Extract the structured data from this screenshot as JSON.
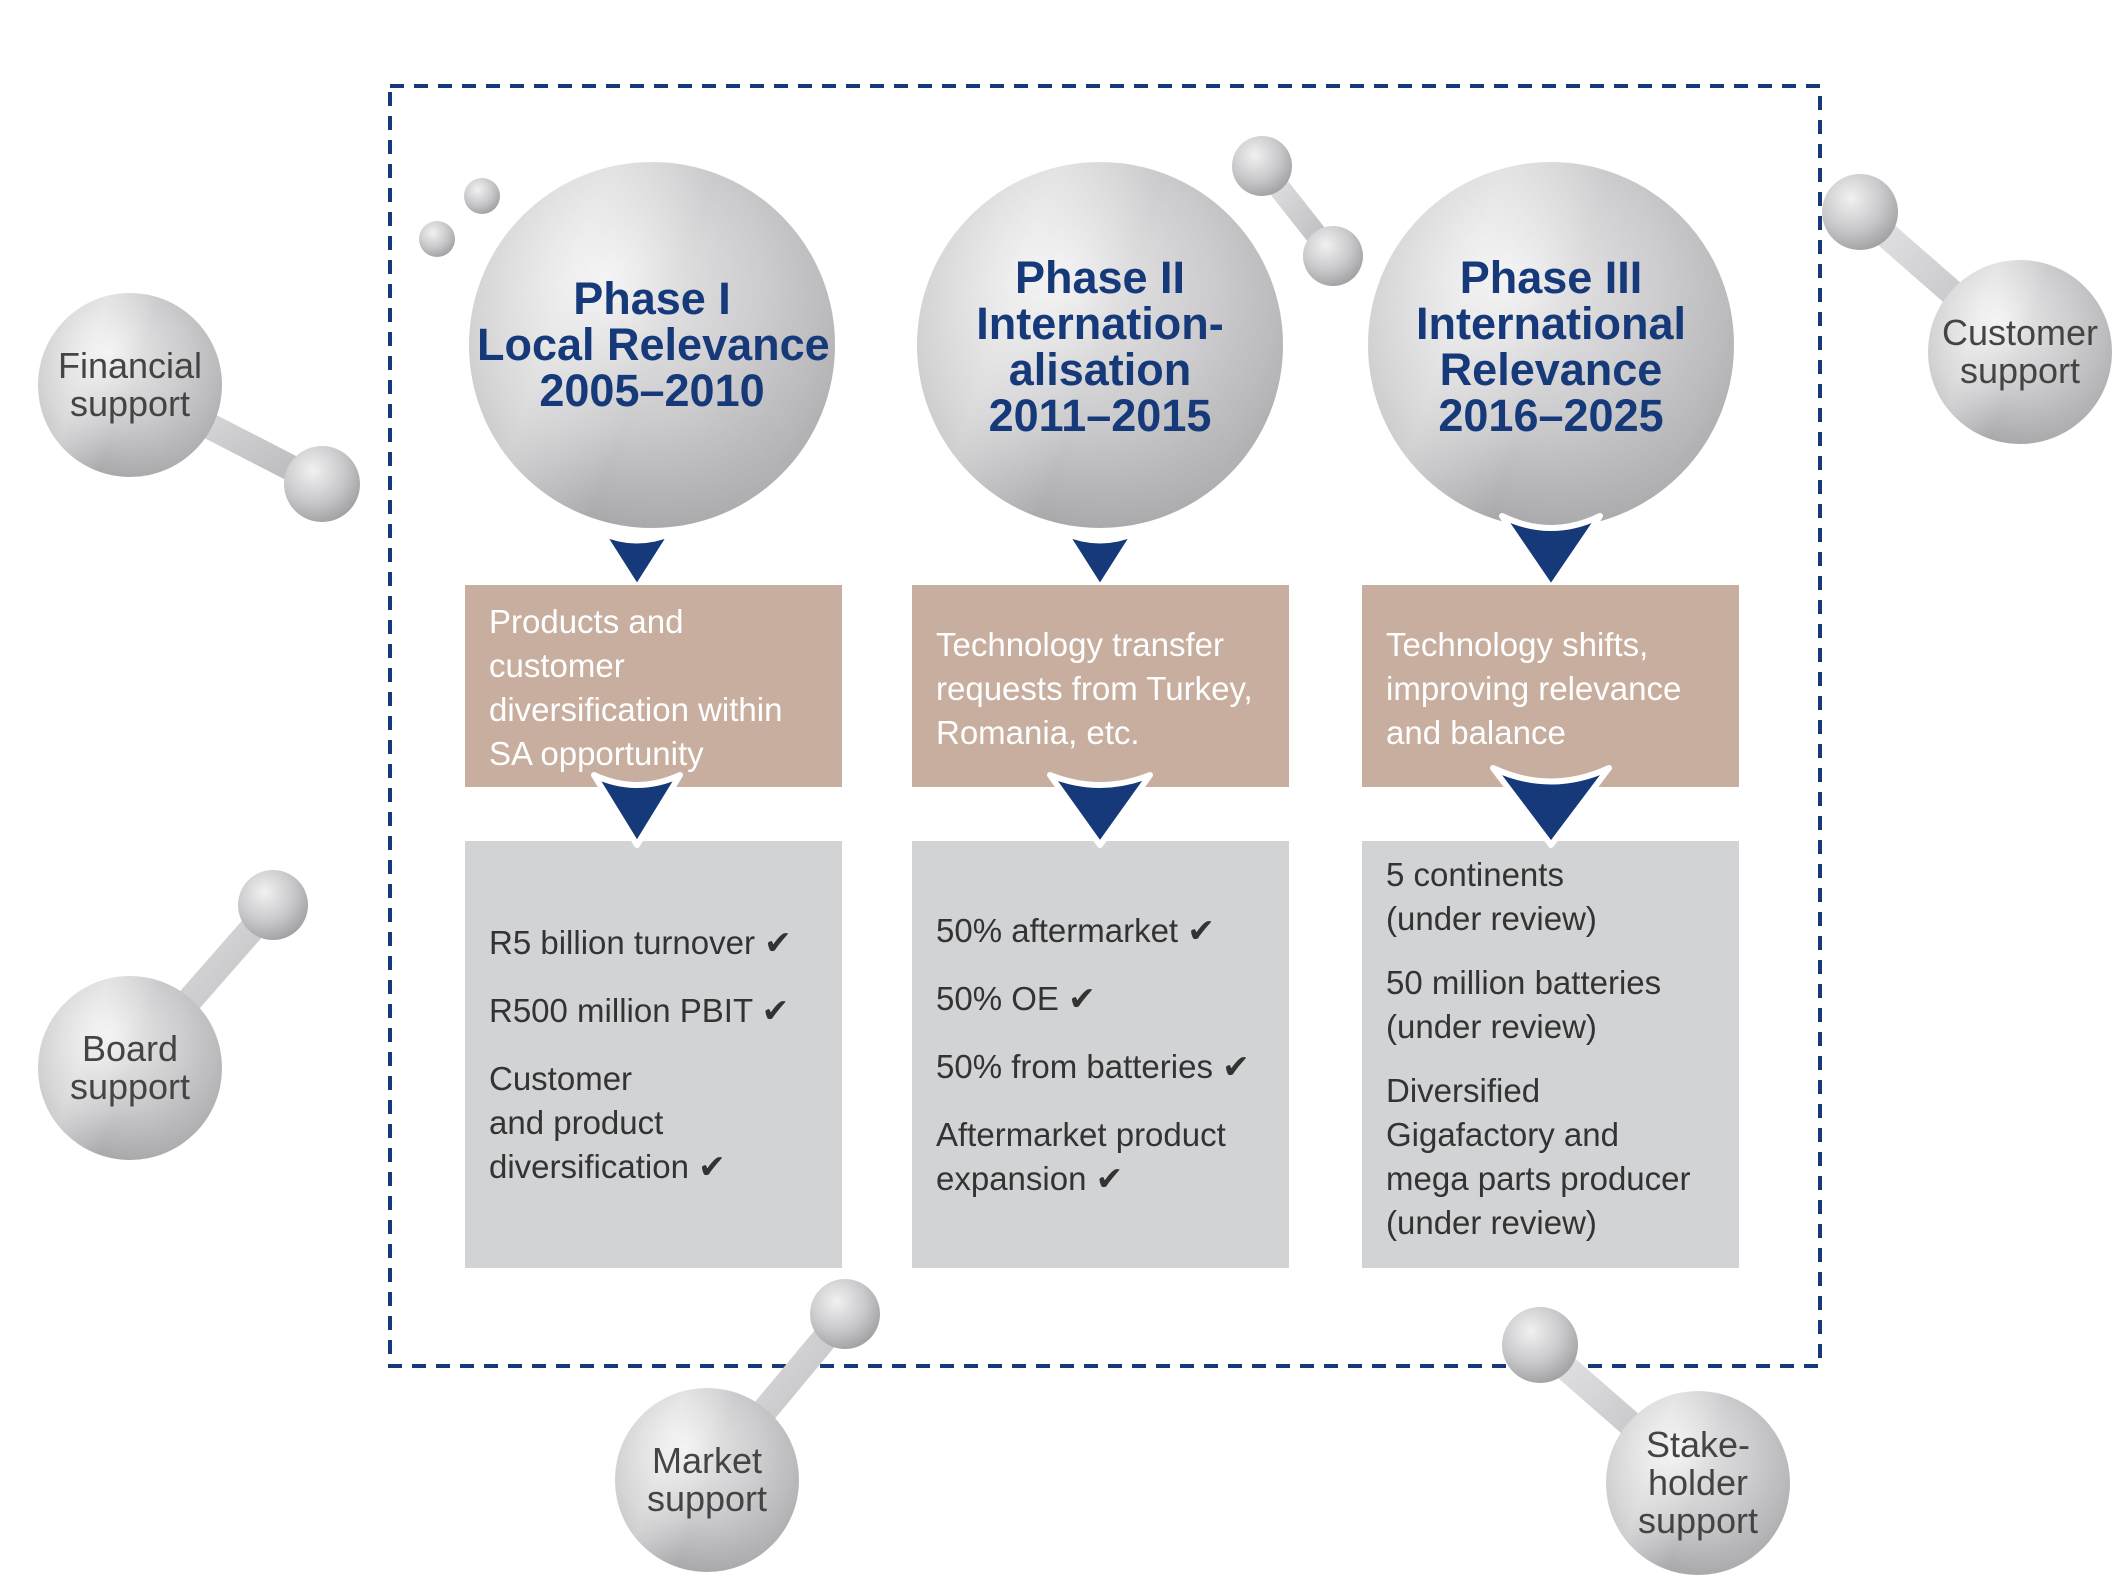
{
  "colors": {
    "navy": "#16397a",
    "box_tan": "#c8ae9f",
    "box_grey": "#d2d3d5",
    "frame": "#16397a"
  },
  "phases": [
    {
      "title_lines": [
        "Phase I",
        "Local Relevance",
        "2005–2010"
      ],
      "challenge_lines": [
        "Products and",
        "customer",
        "diversification within",
        "SA opportunity"
      ],
      "goals": [
        {
          "lines": [
            "R5 billion turnover ✔"
          ]
        },
        {
          "lines": [
            "R500 million PBIT ✔"
          ]
        },
        {
          "lines": [
            "Customer",
            "and product",
            "diversification ✔"
          ]
        }
      ]
    },
    {
      "title_lines": [
        "Phase II",
        "Internation-",
        "alisation",
        "2011–2015"
      ],
      "challenge_lines": [
        "Technology transfer",
        "requests from Turkey,",
        "Romania, etc."
      ],
      "goals": [
        {
          "lines": [
            "50% aftermarket ✔"
          ]
        },
        {
          "lines": [
            "50% OE ✔"
          ]
        },
        {
          "lines": [
            "50% from batteries ✔"
          ]
        },
        {
          "lines": [
            "Aftermarket product",
            "expansion ✔"
          ]
        }
      ]
    },
    {
      "title_lines": [
        "Phase III",
        "International",
        "Relevance",
        "2016–2025"
      ],
      "challenge_lines": [
        "Technology shifts,",
        "improving relevance",
        "and balance"
      ],
      "goals": [
        {
          "lines": [
            "5 continents",
            "(under review)"
          ]
        },
        {
          "lines": [
            "50 million batteries",
            "(under review)"
          ]
        },
        {
          "lines": [
            "Diversified",
            "Gigafactory and",
            "mega parts producer",
            "(under review)"
          ]
        }
      ]
    }
  ],
  "supports": [
    {
      "lines": [
        "Financial",
        "support"
      ]
    },
    {
      "lines": [
        "Board",
        "support"
      ]
    },
    {
      "lines": [
        "Market",
        "support"
      ]
    },
    {
      "lines": [
        "Customer",
        "support"
      ]
    },
    {
      "lines": [
        "Stake-",
        "holder",
        "support"
      ]
    }
  ]
}
